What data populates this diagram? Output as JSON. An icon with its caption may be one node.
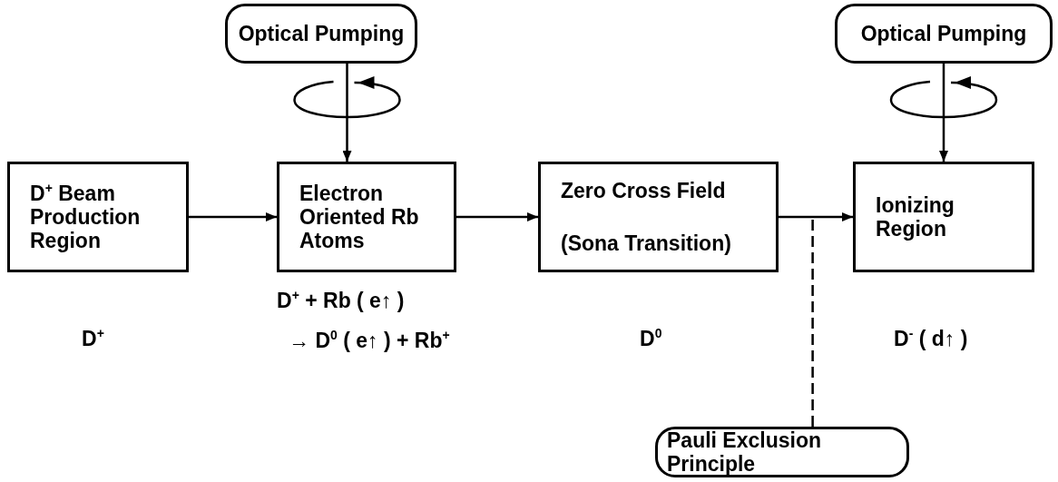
{
  "diagram": {
    "nodes": [
      {
        "text": [
          "D$^{+}$ Beam Production Region"
        ]
      },
      {
        "text": [
          "Electron Oriented Rb Atoms"
        ]
      },
      {
        "text": [
          "Zero Cross Field",
          "(Sona Transition)"
        ]
      },
      {
        "text": [
          "Ionizing Region"
        ]
      },
      {
        "text": [
          "Optical Pumping"
        ]
      },
      {
        "text": [
          "Optical Pumping"
        ]
      },
      {
        "text": [
          "Pauli Exclusion Principle"
        ]
      }
    ],
    "edges": [
      {
        "from": 0,
        "to": 1,
        "arrow": "to"
      },
      {
        "from": 1,
        "to": 2,
        "arrow": "to"
      },
      {
        "from": 2,
        "to": 3,
        "arrow": "to"
      },
      {
        "from": 4,
        "to": 1,
        "arrow": "to"
      },
      {
        "from": 5,
        "to": 3,
        "arrow": "to"
      },
      {
        "from": 6,
        "to": null,
        "arrow": "none",
        "style": "dashed"
      }
    ],
    "labels": [
      "D$^{+}$",
      "D$^{+}$ + Rb ( e↑ )",
      "→ D$^{0}$ ( e↑ ) + Rb$^{+}$",
      "D$^{0}$",
      "D$^{-}$ ( d↑ )"
    ]
  }
}
